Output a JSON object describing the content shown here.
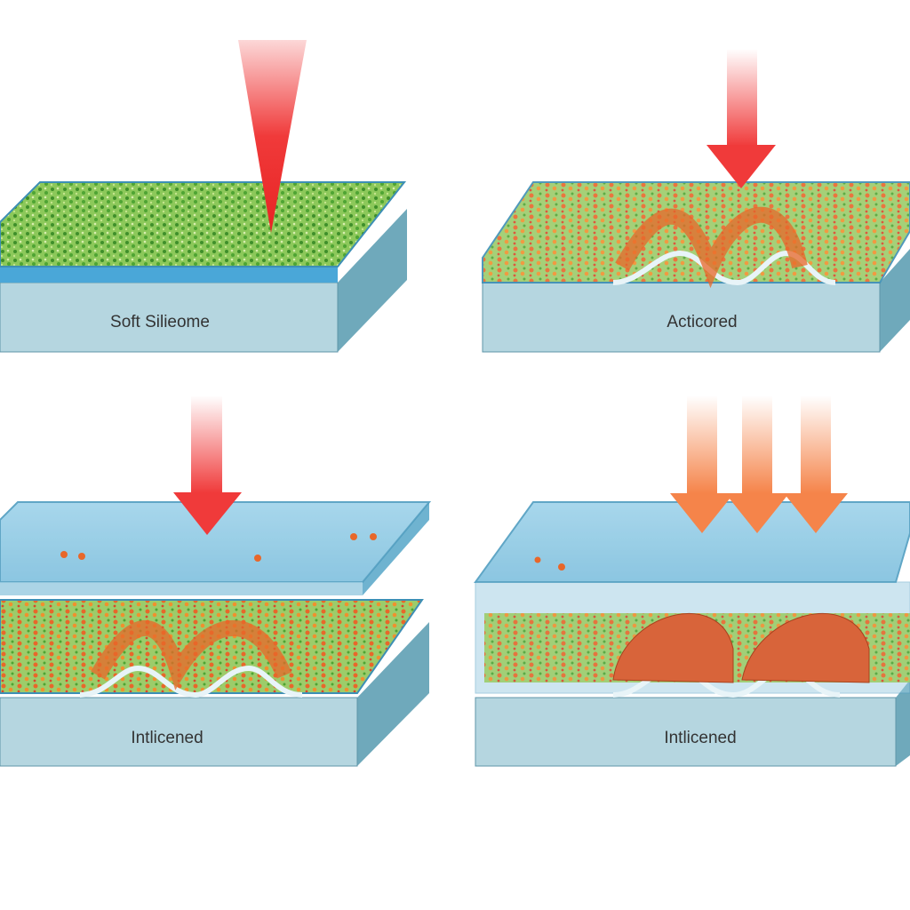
{
  "panels": [
    {
      "label": "Soft Silieome",
      "arrow": "single-tapered-red"
    },
    {
      "label": "Acticored",
      "arrow": "single-red"
    },
    {
      "label": "Intlicened",
      "arrow": "single-red"
    },
    {
      "label": "Intlicened",
      "arrow": "triple-orange"
    }
  ],
  "colors": {
    "slab": "#b5d6e0",
    "slab_side": "#6fa9bb",
    "water": "#8fcbe4",
    "green_layer": "#6cb84a",
    "particles": "#e8672a",
    "arrow_red": "#f03a3a",
    "arrow_orange": "#f5844a"
  }
}
